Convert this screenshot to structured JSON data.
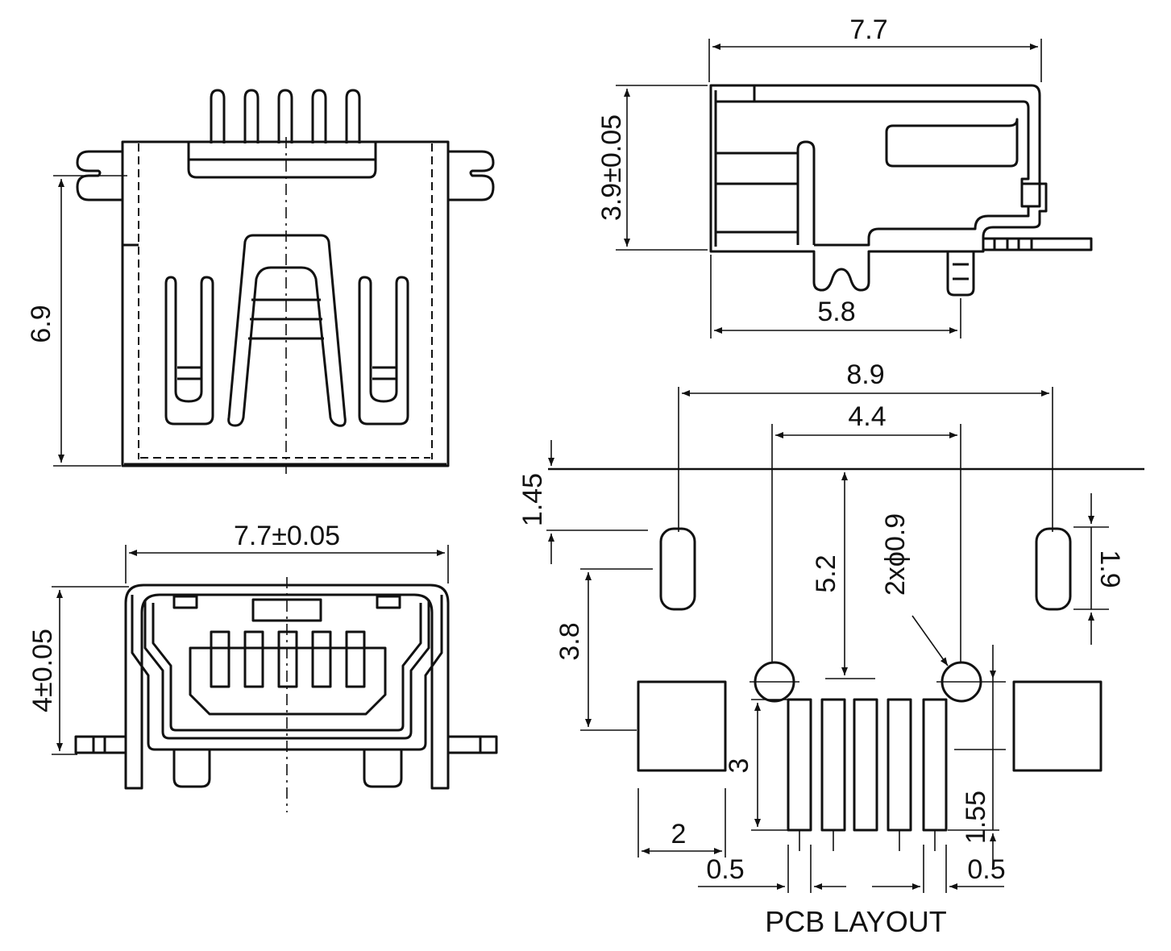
{
  "dimensions": {
    "top_width": "7.7",
    "side_height": "3.9±0.05",
    "side_bottom": "5.8",
    "front_height": "6.9",
    "end_width": "7.7±0.05",
    "end_height": "4±0.05",
    "pcb_outer": "8.9",
    "pcb_inner": "4.4",
    "pcb_145": "1.45",
    "pcb_52": "5.2",
    "pcb_hole": "2xϕ0.9",
    "pcb_19": "1.9",
    "pcb_38": "3.8",
    "pcb_3": "3",
    "pcb_155": "1.55",
    "pcb_2": "2",
    "pcb_05_left": "0.5",
    "pcb_05_right": "0.5"
  },
  "labels": {
    "pcb_layout": "PCB LAYOUT"
  },
  "colors": {
    "line": "#111111",
    "background": "#ffffff"
  }
}
